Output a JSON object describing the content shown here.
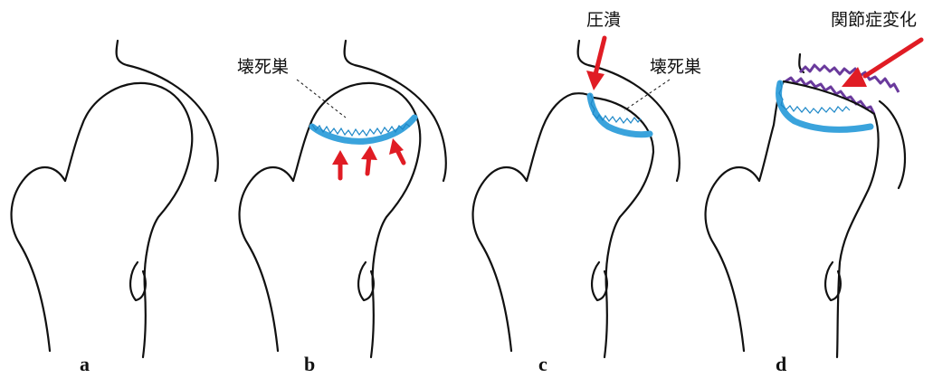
{
  "panels": [
    {
      "id": "a",
      "letter": "a"
    },
    {
      "id": "b",
      "letter": "b",
      "label": "壊死巣"
    },
    {
      "id": "c",
      "letter": "c",
      "label_collapse": "圧潰",
      "label_necrosis": "壊死巣"
    },
    {
      "id": "d",
      "letter": "d",
      "label": "関節症変化"
    }
  ],
  "colors": {
    "outline": "#111111",
    "necrosis_zone": "#3aa3dc",
    "arrow": "#e01c24",
    "arthritic_change": "#6a3a9c"
  }
}
